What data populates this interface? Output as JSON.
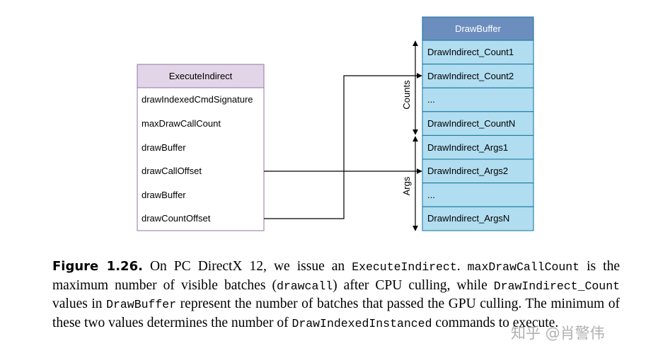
{
  "diagram": {
    "execute_indirect": {
      "title": "ExecuteIndirect",
      "fields": [
        "drawIndexedCmdSignature",
        "maxDrawCallCount",
        "drawBuffer",
        "drawCallOffset",
        "drawBuffer",
        "drawCountOffset"
      ]
    },
    "draw_buffer": {
      "title": "DrawBuffer",
      "rows": [
        "DrawIndirect_Count1",
        "DrawIndirect_Count2",
        "...",
        "DrawIndirect_CountN",
        "DrawIndirect_Args1",
        "DrawIndirect_Args2",
        "...",
        "DrawIndirect_ArgsN"
      ]
    },
    "labels": {
      "counts": "Counts",
      "args": "Args"
    },
    "colors": {
      "execute_header_fill": "#e1d5e7",
      "execute_border": "#9673a6",
      "buffer_header_fill": "#6c8ebf",
      "buffer_row_fill": "#b1ddf0",
      "buffer_border": "#10739e"
    }
  },
  "caption": {
    "label": "Figure 1.26.",
    "t1": "On PC DirectX 12, we issue an ",
    "c1": "ExecuteIndirect",
    "t2": ". ",
    "c2": "maxDrawCallCount",
    "t3": " is the maximum number of visible batches (",
    "c3": "drawcall",
    "t4": ") after CPU culling, while ",
    "c4": "DrawIndirect_Count",
    "t5": " values in ",
    "c5": "DrawBuffer",
    "t6": " represent the number of batches that passed the GPU culling. The minimum of these two values determines the number of ",
    "c6": "DrawIndexedInstanced",
    "t7": " commands to execute."
  },
  "watermark": "知乎 @肖警伟"
}
